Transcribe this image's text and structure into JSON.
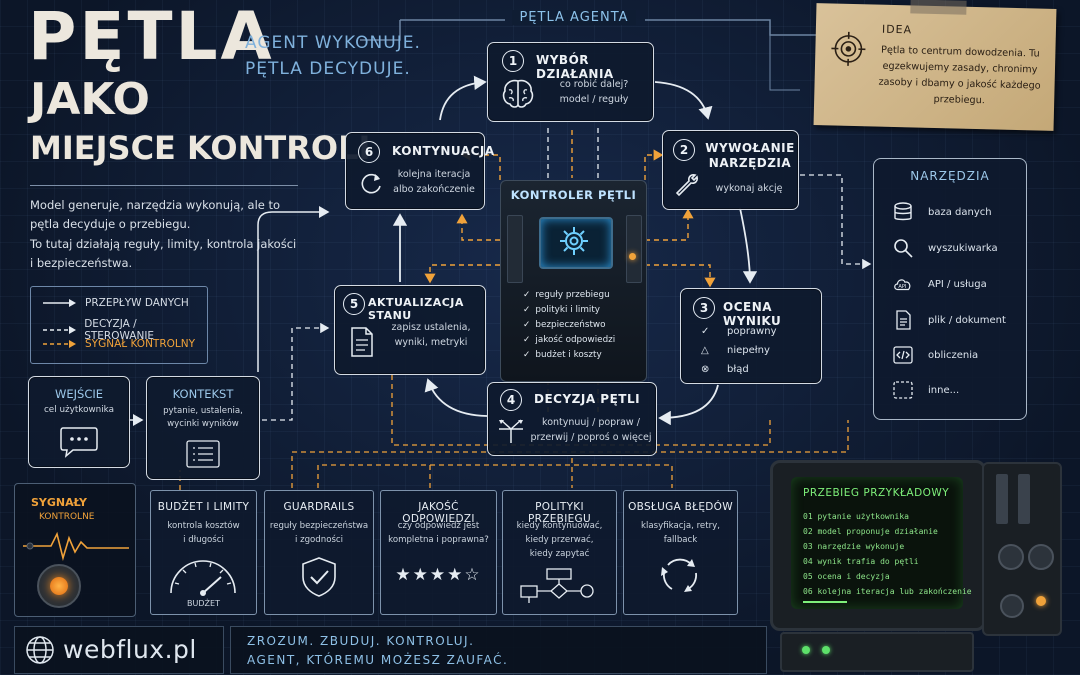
{
  "heading": {
    "line1": "PĘTLA",
    "line2": "JAKO",
    "line3": "MIEJSCE KONTROLI",
    "tagline1": "AGENT WYKONUJE.",
    "tagline2": "PĘTLA DECYDUJE."
  },
  "intro": {
    "p1": "Model generuje, narzędzia wykonują, ale to pętla decyduje o przebiegu.",
    "p2": "To tutaj działają reguły, limity, kontrola jakości i bezpieczeństwa."
  },
  "legend": {
    "data_flow": "PRZEPŁYW DANYCH",
    "decision": "DECYZJA / STEROWANIE",
    "control_signal": "SYGNAŁ KONTROLNY"
  },
  "loop_label": "PĘTLA AGENTA",
  "steps": [
    {
      "num": "1",
      "title": "WYBÓR DZIAŁANIA",
      "sub1": "co robić dalej?",
      "sub2": "model / reguły",
      "icon": "brain-icon"
    },
    {
      "num": "2",
      "title": "WYWOŁANIE",
      "title2": "NARZĘDZIA",
      "sub1": "wykonaj akcję",
      "icon": "wrench-icon"
    },
    {
      "num": "3",
      "title": "OCENA WYNIKU",
      "opt1": "poprawny",
      "opt2": "niepełny",
      "opt3": "błąd"
    },
    {
      "num": "4",
      "title": "DECYZJA PĘTLI",
      "sub1": "kontynuuj / popraw /",
      "sub2": "przerwij / poproś o więcej",
      "icon": "branch-arrows-icon"
    },
    {
      "num": "5",
      "title": "AKTUALIZACJA STANU",
      "sub1": "zapisz ustalenia,",
      "sub2": "wyniki, metryki",
      "icon": "document-icon"
    },
    {
      "num": "6",
      "title": "KONTYNUACJA",
      "sub1": "kolejna iteracja",
      "sub2": "albo zakończenie",
      "icon": "refresh-icon"
    }
  ],
  "controller": {
    "title": "KONTROLER PĘTLI",
    "items": [
      "reguły przebiegu",
      "polityki i limity",
      "bezpieczeństwo",
      "jakość odpowiedzi",
      "budżet i koszty"
    ]
  },
  "idea": {
    "heading": "IDEA",
    "text": "Pętla to centrum dowodzenia. Tu egzekwujemy zasady, chronimy zasoby i dbamy o jakość każdego przebiegu."
  },
  "tools": {
    "title": "NARZĘDZIA",
    "items": [
      {
        "label": "baza danych",
        "icon": "database-icon"
      },
      {
        "label": "wyszukiwarka",
        "icon": "magnifier-icon"
      },
      {
        "label": "API / usługa",
        "icon": "cloud-api-icon"
      },
      {
        "label": "plik / dokument",
        "icon": "file-icon"
      },
      {
        "label": "obliczenia",
        "icon": "code-icon"
      },
      {
        "label": "inne...",
        "icon": "dashed-box-icon"
      }
    ]
  },
  "input": {
    "title": "WEJŚCIE",
    "sub": "cel użytkownika"
  },
  "context": {
    "title": "KONTEKST",
    "sub1": "pytanie, ustalenia,",
    "sub2": "wycinki wyników"
  },
  "signals": {
    "title": "SYGNAŁY",
    "sub": "KONTROLNE"
  },
  "controls": [
    {
      "title": "BUDŻET I LIMITY",
      "sub1": "kontrola kosztów",
      "sub2": "i długości",
      "gauge_label": "BUDŻET"
    },
    {
      "title": "GUARDRAILS",
      "sub1": "reguły bezpieczeństwa",
      "sub2": "i zgodności"
    },
    {
      "title": "JAKOŚĆ ODPOWIEDZI",
      "sub1": "czy odpowiedź jest",
      "sub2": "kompletna i poprawna?",
      "stars": "4 of 5"
    },
    {
      "title": "POLITYKI PRZEBIEGU",
      "sub1": "kiedy kontynuować,",
      "sub2": "kiedy przerwać,",
      "sub3": "kiedy zapytać"
    },
    {
      "title": "OBSŁUGA BŁĘDÓW",
      "sub1": "klasyfikacja, retry,",
      "sub2": "fallback"
    }
  ],
  "sample_run": {
    "title": "PRZEBIEG PRZYKŁADOWY",
    "lines": [
      "01  pytanie użytkownika",
      "02  model proponuje działanie",
      "03  narzędzie wykonuje",
      "04  wynik trafia do pętli",
      "05  ocena i decyzja",
      "06  kolejna iteracja lub zakończenie"
    ]
  },
  "footer": {
    "logo": "webflux.pl",
    "slogan1": "ZROZUM. ZBUDUJ. KONTROLUJ.",
    "slogan2": "AGENT, KTÓREMU MOŻESZ ZAUFAĆ."
  },
  "colors": {
    "accent_orange": "#f0a23a",
    "accent_blue": "#7fb1dc",
    "terminal_green": "#7ef07a"
  }
}
